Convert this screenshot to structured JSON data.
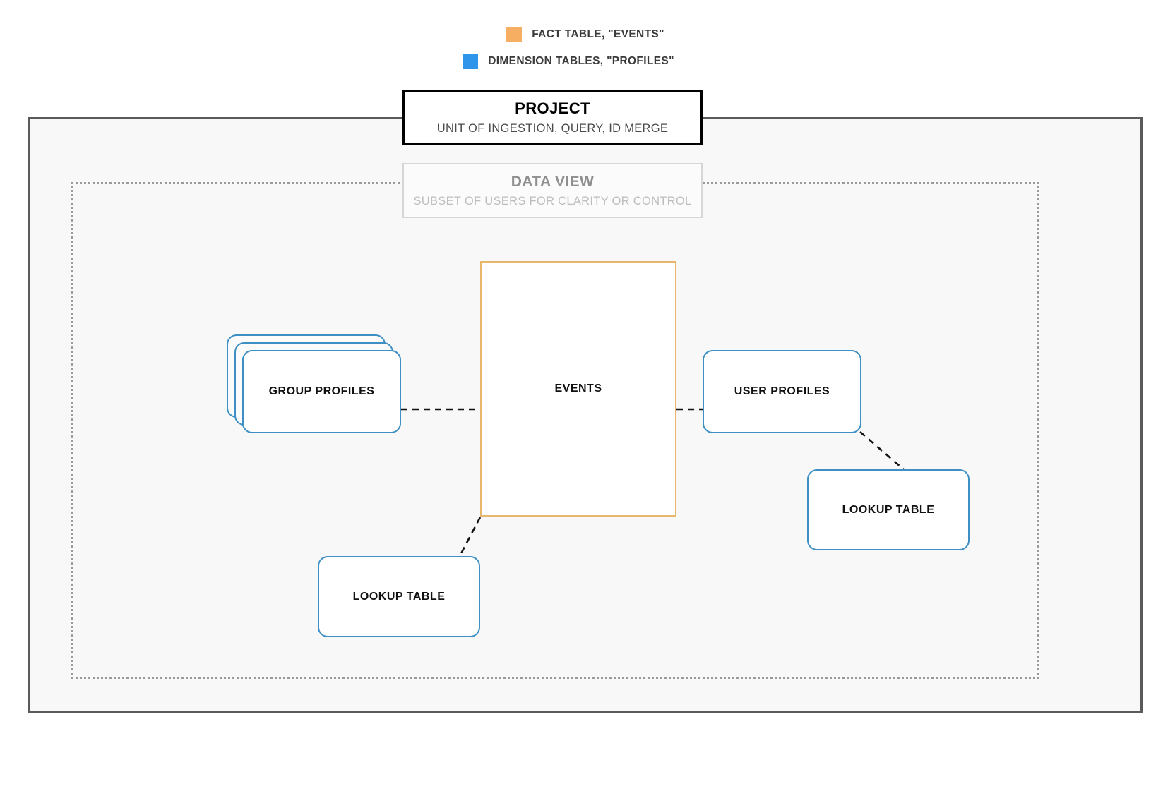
{
  "legend": {
    "items": [
      {
        "label": "FACT TABLE, \"EVENTS\"",
        "color": "#f5ae62",
        "icon": "orange-square-swatch"
      },
      {
        "label": "DIMENSION TABLES, \"PROFILES\"",
        "color": "#2f95ea",
        "icon": "blue-square-swatch"
      }
    ]
  },
  "project": {
    "title": "PROJECT",
    "subtitle": "UNIT OF INGESTION, QUERY, ID MERGE",
    "border_color": "#000000"
  },
  "data_view": {
    "title": "DATA VIEW",
    "subtitle": "SUBSET OF USERS FOR CLARITY OR CONTROL",
    "border_color": "#d6d6d6"
  },
  "nodes": {
    "fact_table": {
      "label": "EVENTS",
      "type": "fact",
      "border_color": "#e8b76e"
    },
    "group_profiles": {
      "label": "GROUP PROFILES",
      "type": "dimension-stack",
      "stack_count": 3,
      "border_color": "#3d8fc4"
    },
    "user_profiles": {
      "label": "USER PROFILES",
      "type": "dimension",
      "border_color": "#3d8fc4"
    },
    "lookup_table_right": {
      "label": "LOOKUP TABLE",
      "type": "dimension",
      "border_color": "#3d8fc4"
    },
    "lookup_table_left": {
      "label": "LOOKUP TABLE",
      "type": "dimension",
      "border_color": "#3d8fc4"
    }
  },
  "connectors": [
    {
      "name": "group-profiles-to-events",
      "style": "dashed",
      "color": "#111111"
    },
    {
      "name": "events-to-user-profiles",
      "style": "dashed",
      "color": "#111111"
    },
    {
      "name": "user-profiles-to-lookup-right",
      "style": "dashed",
      "color": "#111111"
    },
    {
      "name": "events-to-lookup-left",
      "style": "dashed",
      "color": "#111111"
    }
  ],
  "canvas": {
    "background": "#ffffff",
    "container_background": "#f8f8f8",
    "container_border": "#5a5a5a",
    "dataview_border": "#9a9a9a"
  }
}
